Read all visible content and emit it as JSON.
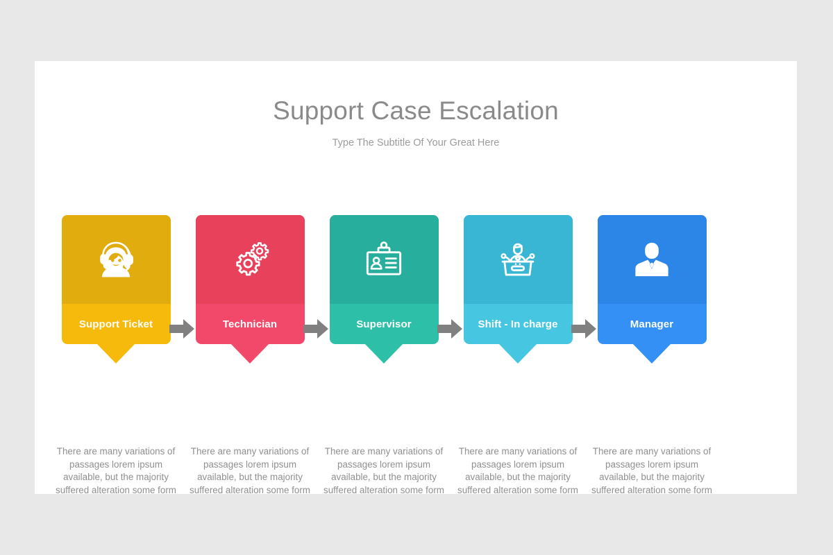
{
  "slide": {
    "background_color": "#e8e8e8",
    "panel_color": "#ffffff",
    "title": "Support Case Escalation",
    "subtitle": "Type The Subtitle Of Your Great Here",
    "title_color": "#8a8a8a",
    "subtitle_color": "#9b9b9b"
  },
  "arrow": {
    "color": "#808080",
    "icon": "arrow-right-icon",
    "count": 4
  },
  "steps": [
    {
      "label": "Support Ticket",
      "icon": "headset-support-agent-icon",
      "color_top": "#e0ac0e",
      "color_bottom": "#f5ba0b",
      "description": "There are many variations of passages lorem ipsum available, but the majority suffered alteration some form"
    },
    {
      "label": "Technician",
      "icon": "gears-icon",
      "color_top": "#e8415c",
      "color_bottom": "#f2496a",
      "description": "There are many variations of passages lorem ipsum available, but the majority suffered alteration some form"
    },
    {
      "label": "Supervisor",
      "icon": "id-badge-icon",
      "color_top": "#27ae9c",
      "color_bottom": "#2ebfa8",
      "description": "There are many variations of passages lorem ipsum available, but the majority suffered alteration some form"
    },
    {
      "label": "Shift - In charge",
      "icon": "podium-speaker-icon",
      "color_top": "#38b6d4",
      "color_bottom": "#46c6e0",
      "description": "There are many variations of passages lorem ipsum available, but the majority suffered alteration some form"
    },
    {
      "label": "Manager",
      "icon": "businessman-icon",
      "color_top": "#2c86e8",
      "color_bottom": "#3490f5",
      "description": "There are many variations of passages lorem ipsum available, but the majority suffered alteration some form"
    }
  ]
}
